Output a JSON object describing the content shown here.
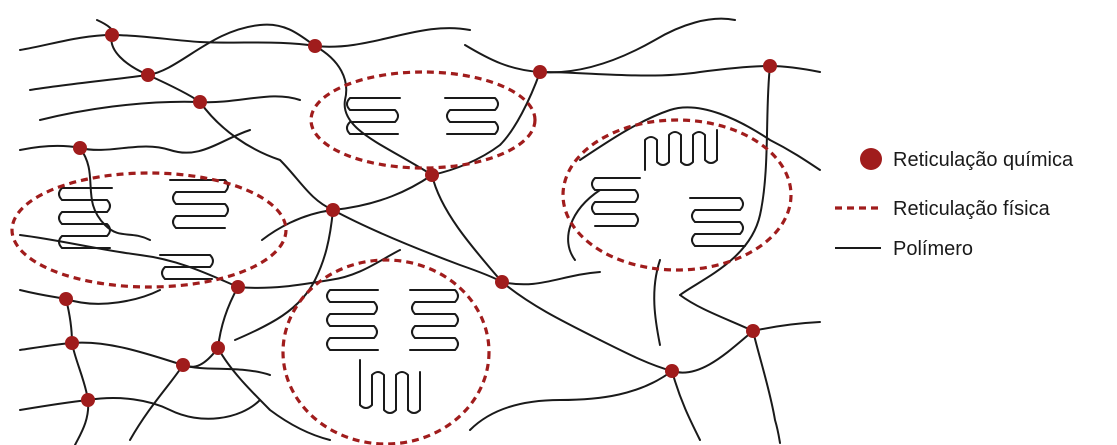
{
  "colors": {
    "crosslink": "#a01c1c",
    "chain": "#1a1a1a",
    "background": "#ffffff"
  },
  "legend": {
    "chemical": {
      "symbol": "filled-circle",
      "label": "Reticulação química"
    },
    "physical": {
      "symbol": "dashed-line",
      "label": "Reticulação física"
    },
    "polymer": {
      "symbol": "solid-line",
      "label": "Polímero"
    }
  }
}
